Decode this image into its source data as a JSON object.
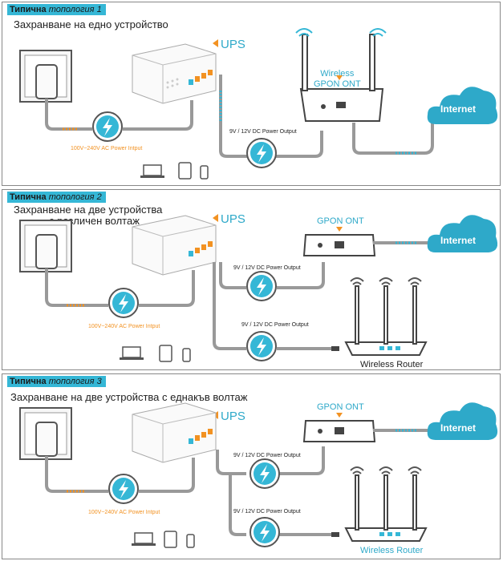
{
  "colors": {
    "accent": "#35b7d6",
    "orange": "#f29222",
    "cloud": "#2ea9c9",
    "line": "#9a9a9a"
  },
  "icons": [
    "power-outlet-icon",
    "power-adapter-icon",
    "lightning-bolt-icon",
    "laptop-icon",
    "tablet-icon",
    "smartphone-icon",
    "wifi-icon",
    "ups-device-icon",
    "gpon-ont-icon",
    "wireless-router-icon",
    "internet-cloud-icon"
  ],
  "panels": [
    {
      "tag_bold": "Типична",
      "tag_italic": "топология 1",
      "subtitle": "Захранване на едно устройство",
      "ups": "UPS",
      "ac_input": "100V~240V AC Power Intput",
      "dc_output_1": "9V / 12V DC Power Output",
      "ont_label": "Wireless\nGPON ONT",
      "internet": "Internet"
    },
    {
      "tag_bold": "Типична",
      "tag_italic": "топология 2",
      "subtitle_line1": "Захранване на две устройства",
      "subtitle_line2": "с различен волтаж",
      "ups": "UPS",
      "ac_input": "100V~240V AC Power Intput",
      "dc_output_1": "9V / 12V DC Power Output",
      "dc_output_2": "9V / 12V DC Power Output",
      "ont_label": "GPON ONT",
      "internet": "Internet",
      "router_label": "Wireless Router"
    },
    {
      "tag_bold": "Типична",
      "tag_italic": "топология 3",
      "subtitle": "Захранване на две устройства с еднакъв волтаж",
      "ups": "UPS",
      "ac_input": "100V~240V AC Power Intput",
      "dc_output_1": "9V / 12V DC Power Output",
      "dc_output_2": "9V / 12V DC Power Output",
      "ont_label": "GPON ONT",
      "internet": "Internet",
      "router_label": "Wireless Router"
    }
  ]
}
